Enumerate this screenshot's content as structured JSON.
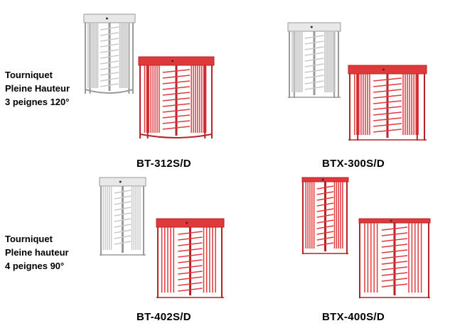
{
  "groups": [
    {
      "lines": [
        "Tourniquet",
        "Pleine Hauteur",
        "3 peignes 120°"
      ]
    },
    {
      "lines": [
        "Tourniquet",
        "Pleine hauteur",
        "4 peignes 90°"
      ]
    }
  ],
  "models": [
    {
      "label": "BT-312S/D"
    },
    {
      "label": "BTX-300S/D"
    },
    {
      "label": "BT-402S/D"
    },
    {
      "label": "BTX-400S/D"
    }
  ],
  "colors": {
    "grey": "#c9c9c9",
    "grey_dark": "#9a9a9a",
    "red": "#e0393c",
    "red_dark": "#b52428"
  }
}
